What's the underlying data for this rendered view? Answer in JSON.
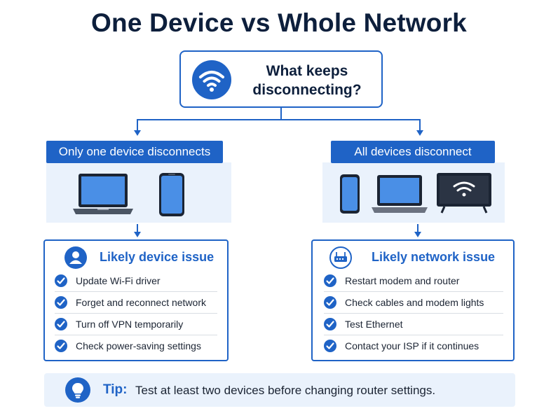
{
  "title": "One Device vs Whole Network",
  "question": {
    "text_line1": "What keeps",
    "text_line2": "disconnecting?",
    "icon": "wifi-icon"
  },
  "left_branch": {
    "header": "Only one device disconnects",
    "devices": [
      "laptop-icon",
      "phone-icon"
    ],
    "card": {
      "title": "Likely device issue",
      "icon": "person-icon",
      "items": [
        "Update Wi-Fi driver",
        "Forget and reconnect network",
        "Turn off VPN temporarily",
        "Check power-saving settings"
      ]
    }
  },
  "right_branch": {
    "header": "All devices disconnect",
    "devices": [
      "phone-icon",
      "laptop-icon",
      "tv-wifi-icon"
    ],
    "card": {
      "title": "Likely network issue",
      "icon": "router-icon",
      "items": [
        "Restart modem and router",
        "Check cables and modem lights",
        "Test Ethernet",
        "Contact your ISP if it continues"
      ]
    }
  },
  "tip": {
    "label": "Tip:",
    "text": "Test at least two devices before changing router settings.",
    "icon": "lightbulb-icon"
  },
  "colors": {
    "accent": "#1f63c6",
    "panel": "#eaf2fc",
    "title": "#0d1f3c"
  }
}
